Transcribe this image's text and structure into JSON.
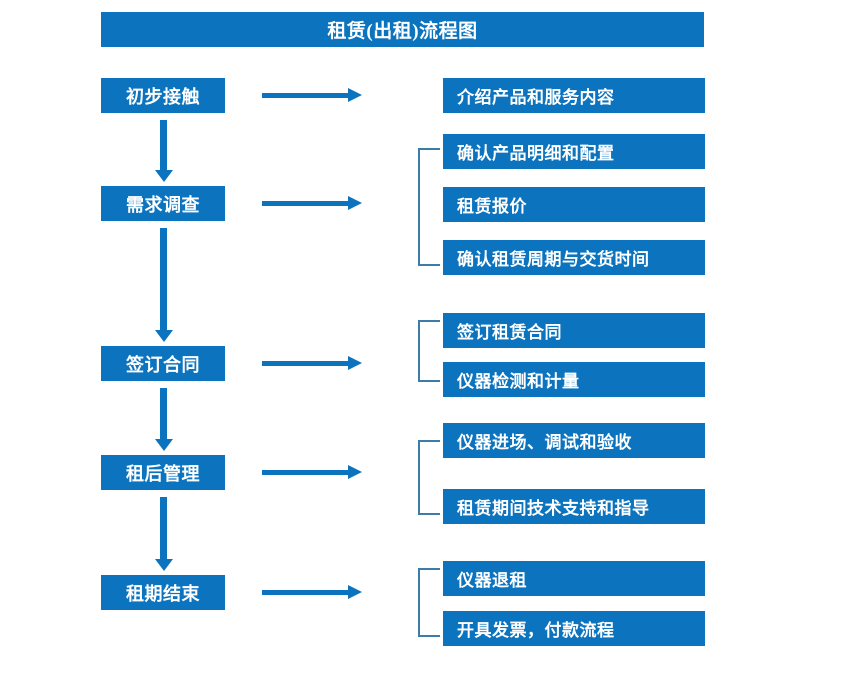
{
  "title": "租赁(出租)流程图",
  "colors": {
    "box_fill": "#0C73BE",
    "box_text": "#FFFFFF",
    "arrow": "#0C73BE",
    "bracket": "#3E7CA8",
    "background": "#FFFFFF"
  },
  "stages": [
    {
      "label": "初步接触"
    },
    {
      "label": "需求调查"
    },
    {
      "label": "签订合同"
    },
    {
      "label": "租后管理"
    },
    {
      "label": "租期结束"
    }
  ],
  "details": [
    {
      "label": "介绍产品和服务内容"
    },
    {
      "label": "确认产品明细和配置"
    },
    {
      "label": "租赁报价"
    },
    {
      "label": "确认租赁周期与交货时间"
    },
    {
      "label": "签订租赁合同"
    },
    {
      "label": "仪器检测和计量"
    },
    {
      "label": "仪器进场、调试和验收"
    },
    {
      "label": "租赁期间技术支持和指导"
    },
    {
      "label": "仪器退租"
    },
    {
      "label": "开具发票，付款流程"
    }
  ],
  "arrows": {
    "horizontal_count": 5,
    "vertical_count": 4
  },
  "brackets": {
    "count": 4
  }
}
